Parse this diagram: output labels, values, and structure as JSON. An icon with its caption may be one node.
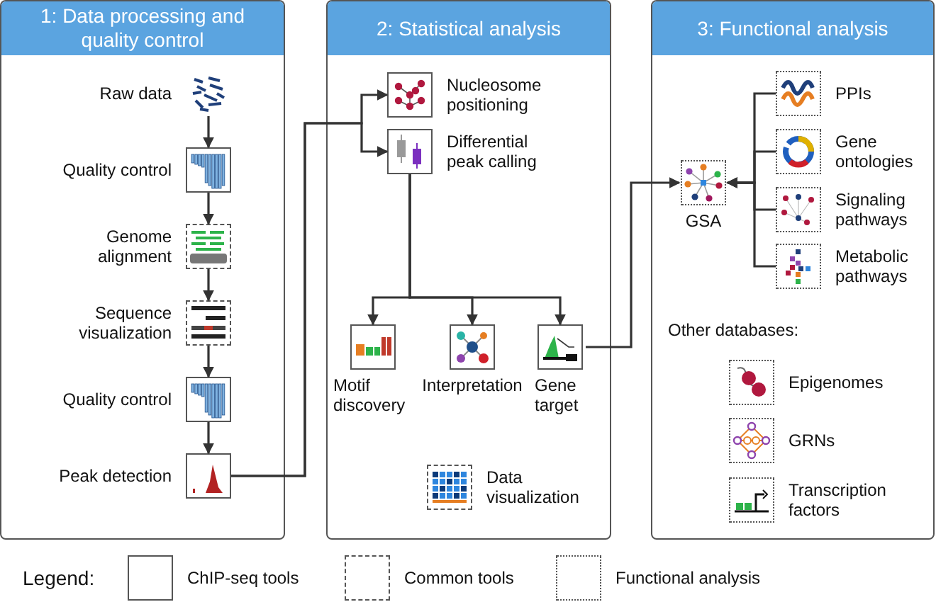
{
  "diagram": {
    "nodes": [
      {
        "text": [
          "1: Data processing and quality control"
        ]
      },
      {
        "text": [
          "Raw data"
        ],
        "in": 0
      },
      {
        "text": [
          "Quality control"
        ],
        "in": 0
      },
      {
        "text": [
          "Genome alignment"
        ],
        "in": 0
      },
      {
        "text": [
          "Sequence visualization"
        ],
        "in": 0
      },
      {
        "text": [
          "Quality control"
        ],
        "in": 0
      },
      {
        "text": [
          "Peak detection"
        ],
        "in": 0
      },
      {
        "text": [
          "2: Statistical analysis"
        ]
      },
      {
        "text": [
          "Nucleosome positioning"
        ],
        "in": 7
      },
      {
        "text": [
          "Differential peak calling"
        ],
        "in": 7
      },
      {
        "text": [
          "Motif discovery"
        ],
        "in": 7
      },
      {
        "text": [
          "Interpretation"
        ],
        "in": 7
      },
      {
        "text": [
          "Gene target"
        ],
        "in": 7
      },
      {
        "text": [
          "Data visualization"
        ],
        "in": 7
      },
      {
        "text": [
          "3: Functional analysis"
        ]
      },
      {
        "text": [
          "GSA"
        ],
        "in": 14
      },
      {
        "text": [
          "PPIs"
        ],
        "in": 14
      },
      {
        "text": [
          "Gene ontologies"
        ],
        "in": 14
      },
      {
        "text": [
          "Signaling pathways"
        ],
        "in": 14
      },
      {
        "text": [
          "Metabolic pathways"
        ],
        "in": 14
      },
      {
        "text": [
          "Epigenomes"
        ],
        "in": 14
      },
      {
        "text": [
          "GRNs"
        ],
        "in": 14
      },
      {
        "text": [
          "Transcription factors"
        ],
        "in": 14
      }
    ],
    "edges": [
      {
        "from": 1,
        "to": 2,
        "arrow": "to"
      },
      {
        "from": 2,
        "to": 3,
        "arrow": "to"
      },
      {
        "from": 3,
        "to": 4,
        "arrow": "to"
      },
      {
        "from": 4,
        "to": 5,
        "arrow": "to"
      },
      {
        "from": 5,
        "to": 6,
        "arrow": "to"
      },
      {
        "from": 6,
        "to": 8,
        "arrow": "to"
      },
      {
        "from": 6,
        "to": 9,
        "arrow": "to"
      },
      {
        "from": 9,
        "to": 10,
        "arrow": "to"
      },
      {
        "from": 9,
        "to": 11,
        "arrow": "to"
      },
      {
        "from": 9,
        "to": 12,
        "arrow": "to"
      },
      {
        "from": 12,
        "to": 15,
        "arrow": "to"
      },
      {
        "from": 16,
        "to": 15,
        "arrow": "to"
      },
      {
        "from": 17,
        "to": 15,
        "arrow": "to"
      },
      {
        "from": 18,
        "to": 15,
        "arrow": "to"
      },
      {
        "from": 19,
        "to": 15,
        "arrow": "to"
      }
    ],
    "labels": [
      "Other databases:",
      "Legend:"
    ],
    "legend": [
      {
        "text": "ChIP-seq tools"
      },
      {
        "text": "Common tools"
      },
      {
        "text": "Functional analysis"
      }
    ]
  }
}
